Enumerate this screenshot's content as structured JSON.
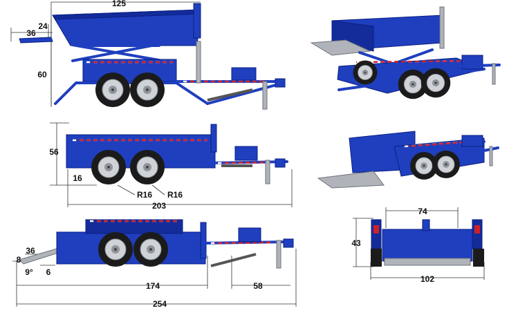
{
  "colors": {
    "trailer_blue": "#1f3fbf",
    "trailer_dark": "#0a1f80",
    "reflector_red": "#d0202a",
    "reflector_white": "#ffffff",
    "tire": "#1b1b1b",
    "rim": "#cfd2d6"
  },
  "views": {
    "side_raised": {
      "dims": {
        "overall_bed": "125",
        "ramp_rise": "24",
        "ramp_length": "36",
        "height": "60"
      }
    },
    "side_lowered": {
      "dims": {
        "height": "56",
        "ground_clearance": "16",
        "radius_front": "R16",
        "radius_rear": "R16",
        "overall": "203"
      }
    },
    "side_ramp": {
      "dims": {
        "ramp_reach": "36",
        "ramp_height": "8",
        "ramp_angle": "9°",
        "ramp_drop": "6",
        "bed_length": "174",
        "tongue_length": "58",
        "total_length": "254"
      }
    },
    "rear": {
      "dims": {
        "inner_width": "74",
        "height": "43",
        "outer_width": "102"
      }
    }
  }
}
